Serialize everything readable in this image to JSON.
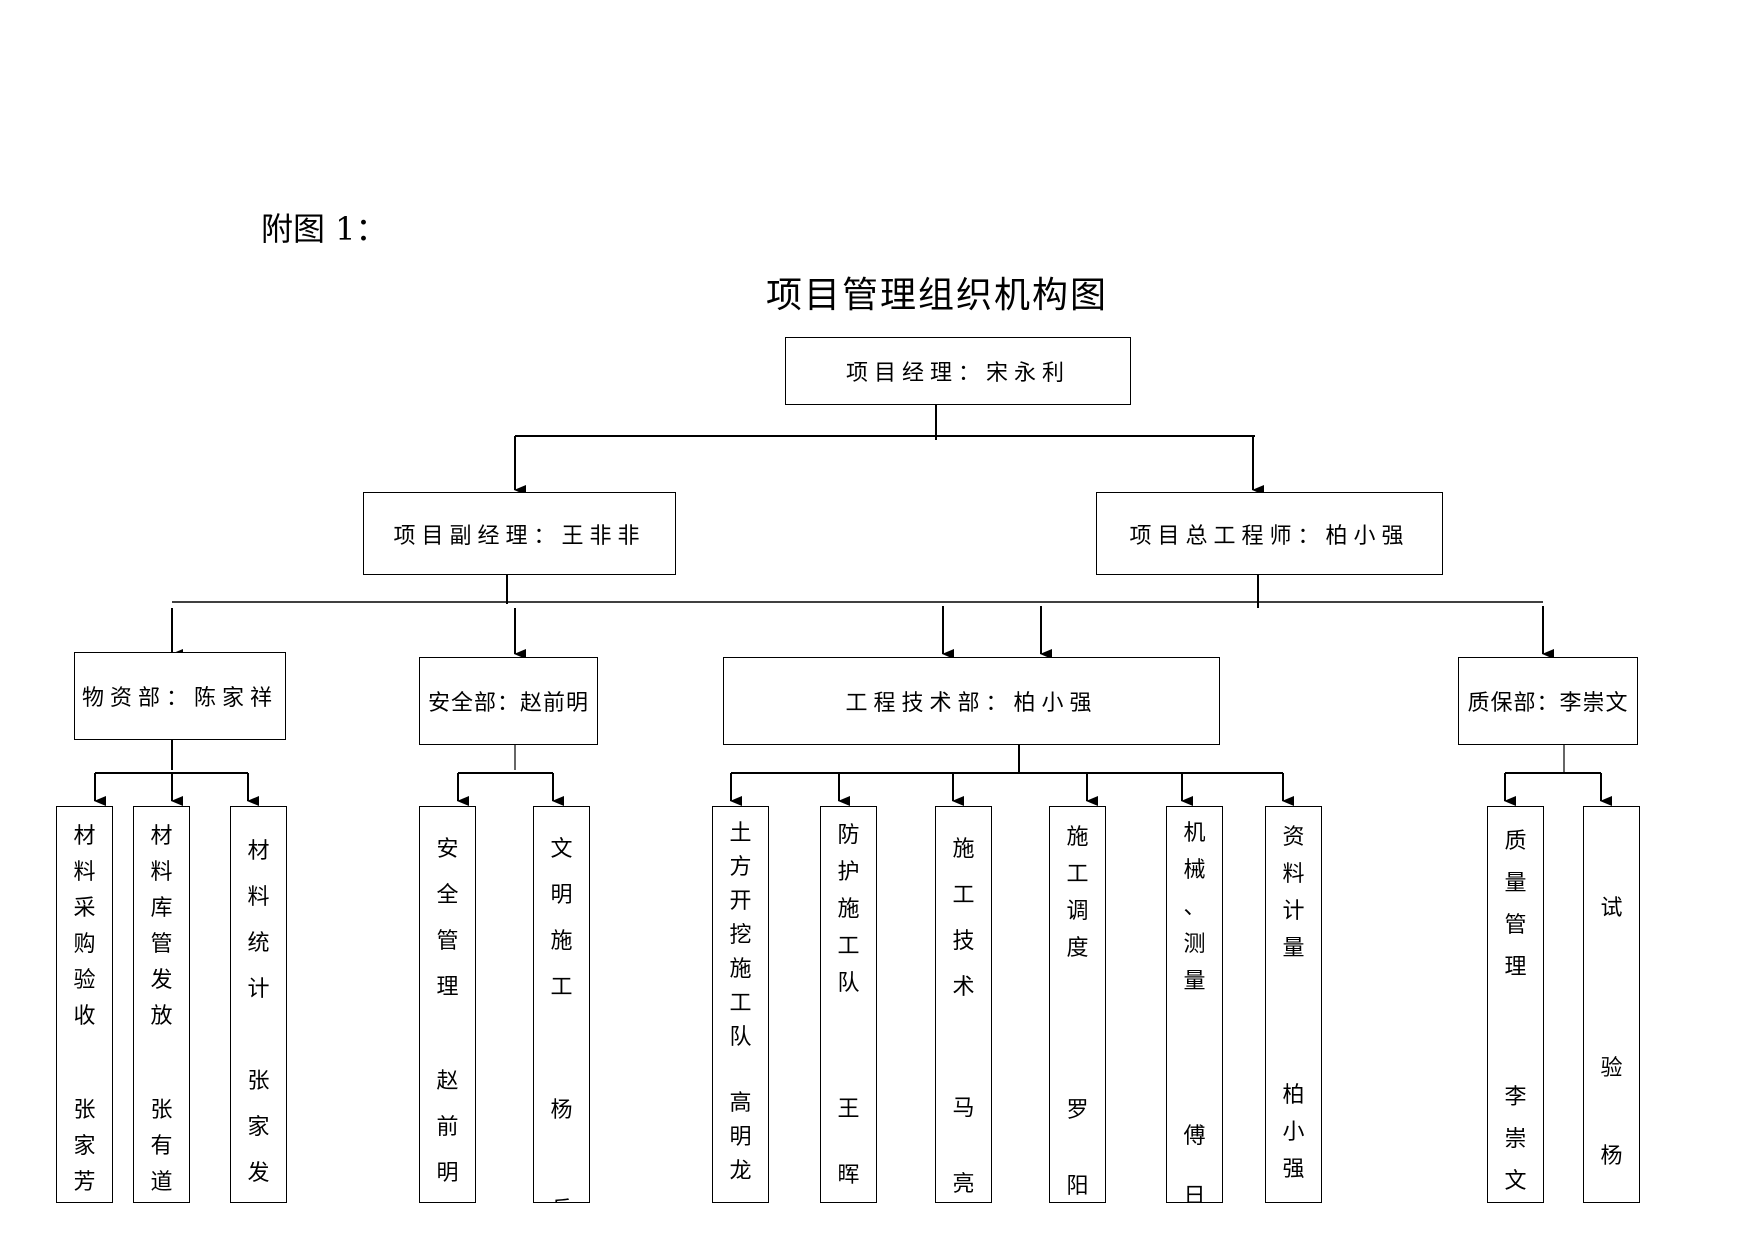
{
  "heading": "附图 1：",
  "title": "项目管理组织机构图",
  "manager": "项目经理：宋永利",
  "deputy_manager": "项目副经理：王非非",
  "chief_engineer": "项目总工程师：柏小强",
  "departments": {
    "materials": "物资部：陈家祥",
    "safety": "安全部：赵前明",
    "engineering": "工程技术部：柏小强",
    "quality": "质保部：李崇文"
  },
  "leaves": {
    "material_purchase": {
      "task": "材料采购验收",
      "person": "张家芳"
    },
    "material_storage": {
      "task": "材料库管发放",
      "person": "张有道"
    },
    "material_stats": {
      "task": "材料统计",
      "person": "张家发"
    },
    "safety_mgmt": {
      "task": "安全管理",
      "person": "赵前明"
    },
    "civil_construction": {
      "task": "文明施工",
      "person": "杨兵"
    },
    "earthwork_team": {
      "task": "土方开挖施工队",
      "person": "高明龙"
    },
    "protection_team": {
      "task": "防护施工队",
      "person": "王晖"
    },
    "construction_tech": {
      "task": "施工技术",
      "person": "马亮"
    },
    "scheduling": {
      "task": "施工调度",
      "person": "罗阳"
    },
    "machinery_survey": {
      "task": "机械、测量",
      "person": "傅日"
    },
    "data_metering": {
      "task": "资料计量",
      "person": "柏小强"
    },
    "quality_mgmt": {
      "task": "质量管理",
      "person": "李崇文"
    },
    "testing": {
      "task": "试验",
      "person": "杨"
    }
  }
}
